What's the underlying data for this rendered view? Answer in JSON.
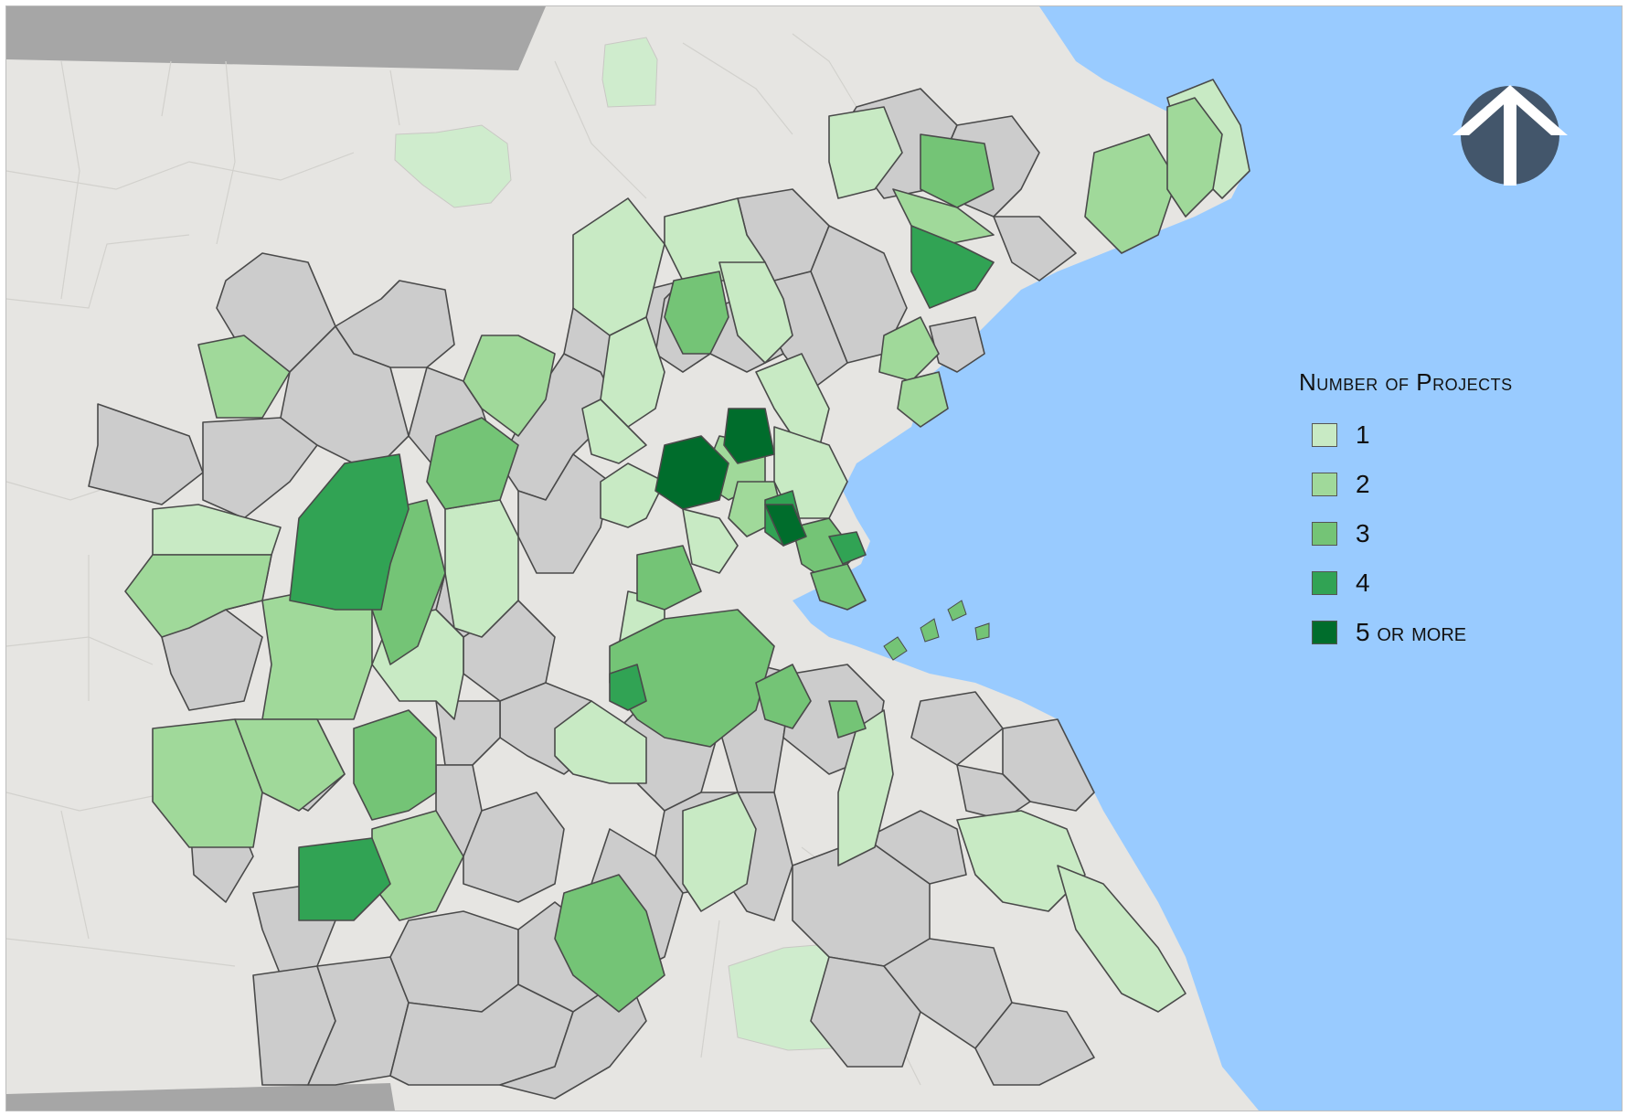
{
  "legend": {
    "title": "Number of Projects",
    "items": [
      {
        "label": "1",
        "color": "#c8eac4"
      },
      {
        "label": "2",
        "color": "#a0d99a"
      },
      {
        "label": "3",
        "color": "#74c476"
      },
      {
        "label": "4",
        "color": "#31a354"
      },
      {
        "label": "5 or more",
        "color": "#006d2c"
      }
    ]
  },
  "colors": {
    "ocean": "#99cbff",
    "land_outside": "#e6e5e2",
    "no_projects": "#cccccc",
    "outside_highlight": "#cfeccd",
    "highway_band": "#a6a6a6",
    "logo": "#43566b"
  },
  "icons": {
    "logo": "upward-arrow-logo-icon"
  }
}
